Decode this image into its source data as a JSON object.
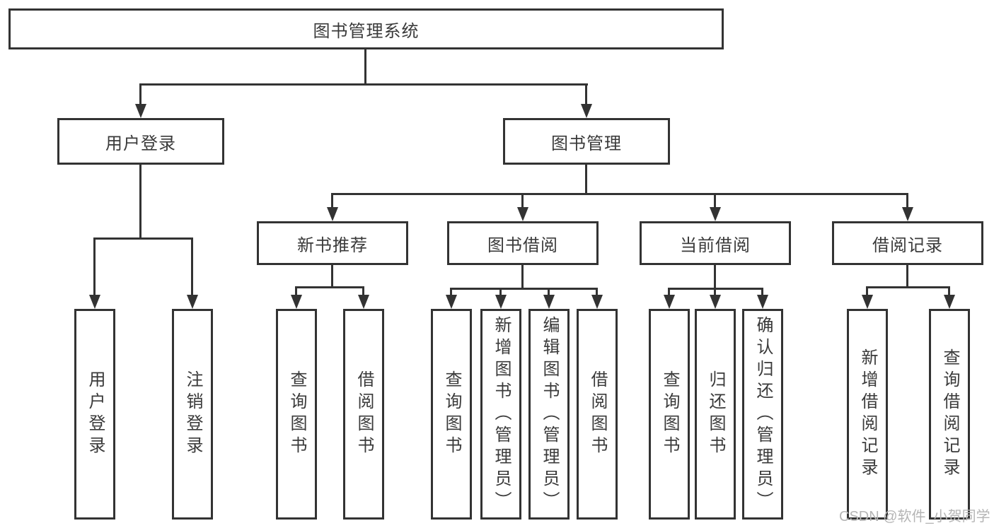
{
  "diagram": {
    "root": {
      "label": "图书管理系统"
    },
    "branches": [
      {
        "label": "用户登录",
        "children": [
          {
            "label": "用户登录"
          },
          {
            "label": "注销登录"
          }
        ]
      },
      {
        "label": "图书管理",
        "children": [
          {
            "label": "新书推荐",
            "children": [
              {
                "label": "查询图书"
              },
              {
                "label": "借阅图书"
              }
            ]
          },
          {
            "label": "图书借阅",
            "children": [
              {
                "label": "查询图书"
              },
              {
                "label": "新增图书（管理员）"
              },
              {
                "label": "编辑图书（管理员）"
              },
              {
                "label": "借阅图书"
              }
            ]
          },
          {
            "label": "当前借阅",
            "children": [
              {
                "label": "查询图书"
              },
              {
                "label": "归还图书"
              },
              {
                "label": "确认归还（管理员）"
              }
            ]
          },
          {
            "label": "借阅记录",
            "children": [
              {
                "label": "新增借阅记录"
              },
              {
                "label": "查询借阅记录"
              }
            ]
          }
        ]
      }
    ]
  },
  "watermark": {
    "text": "CSDN @软件_小贺同学"
  },
  "colors": {
    "line": "#333333",
    "box_background": "#ffffff",
    "text": "#3a3a3a",
    "watermark": "#b5b5b5"
  }
}
